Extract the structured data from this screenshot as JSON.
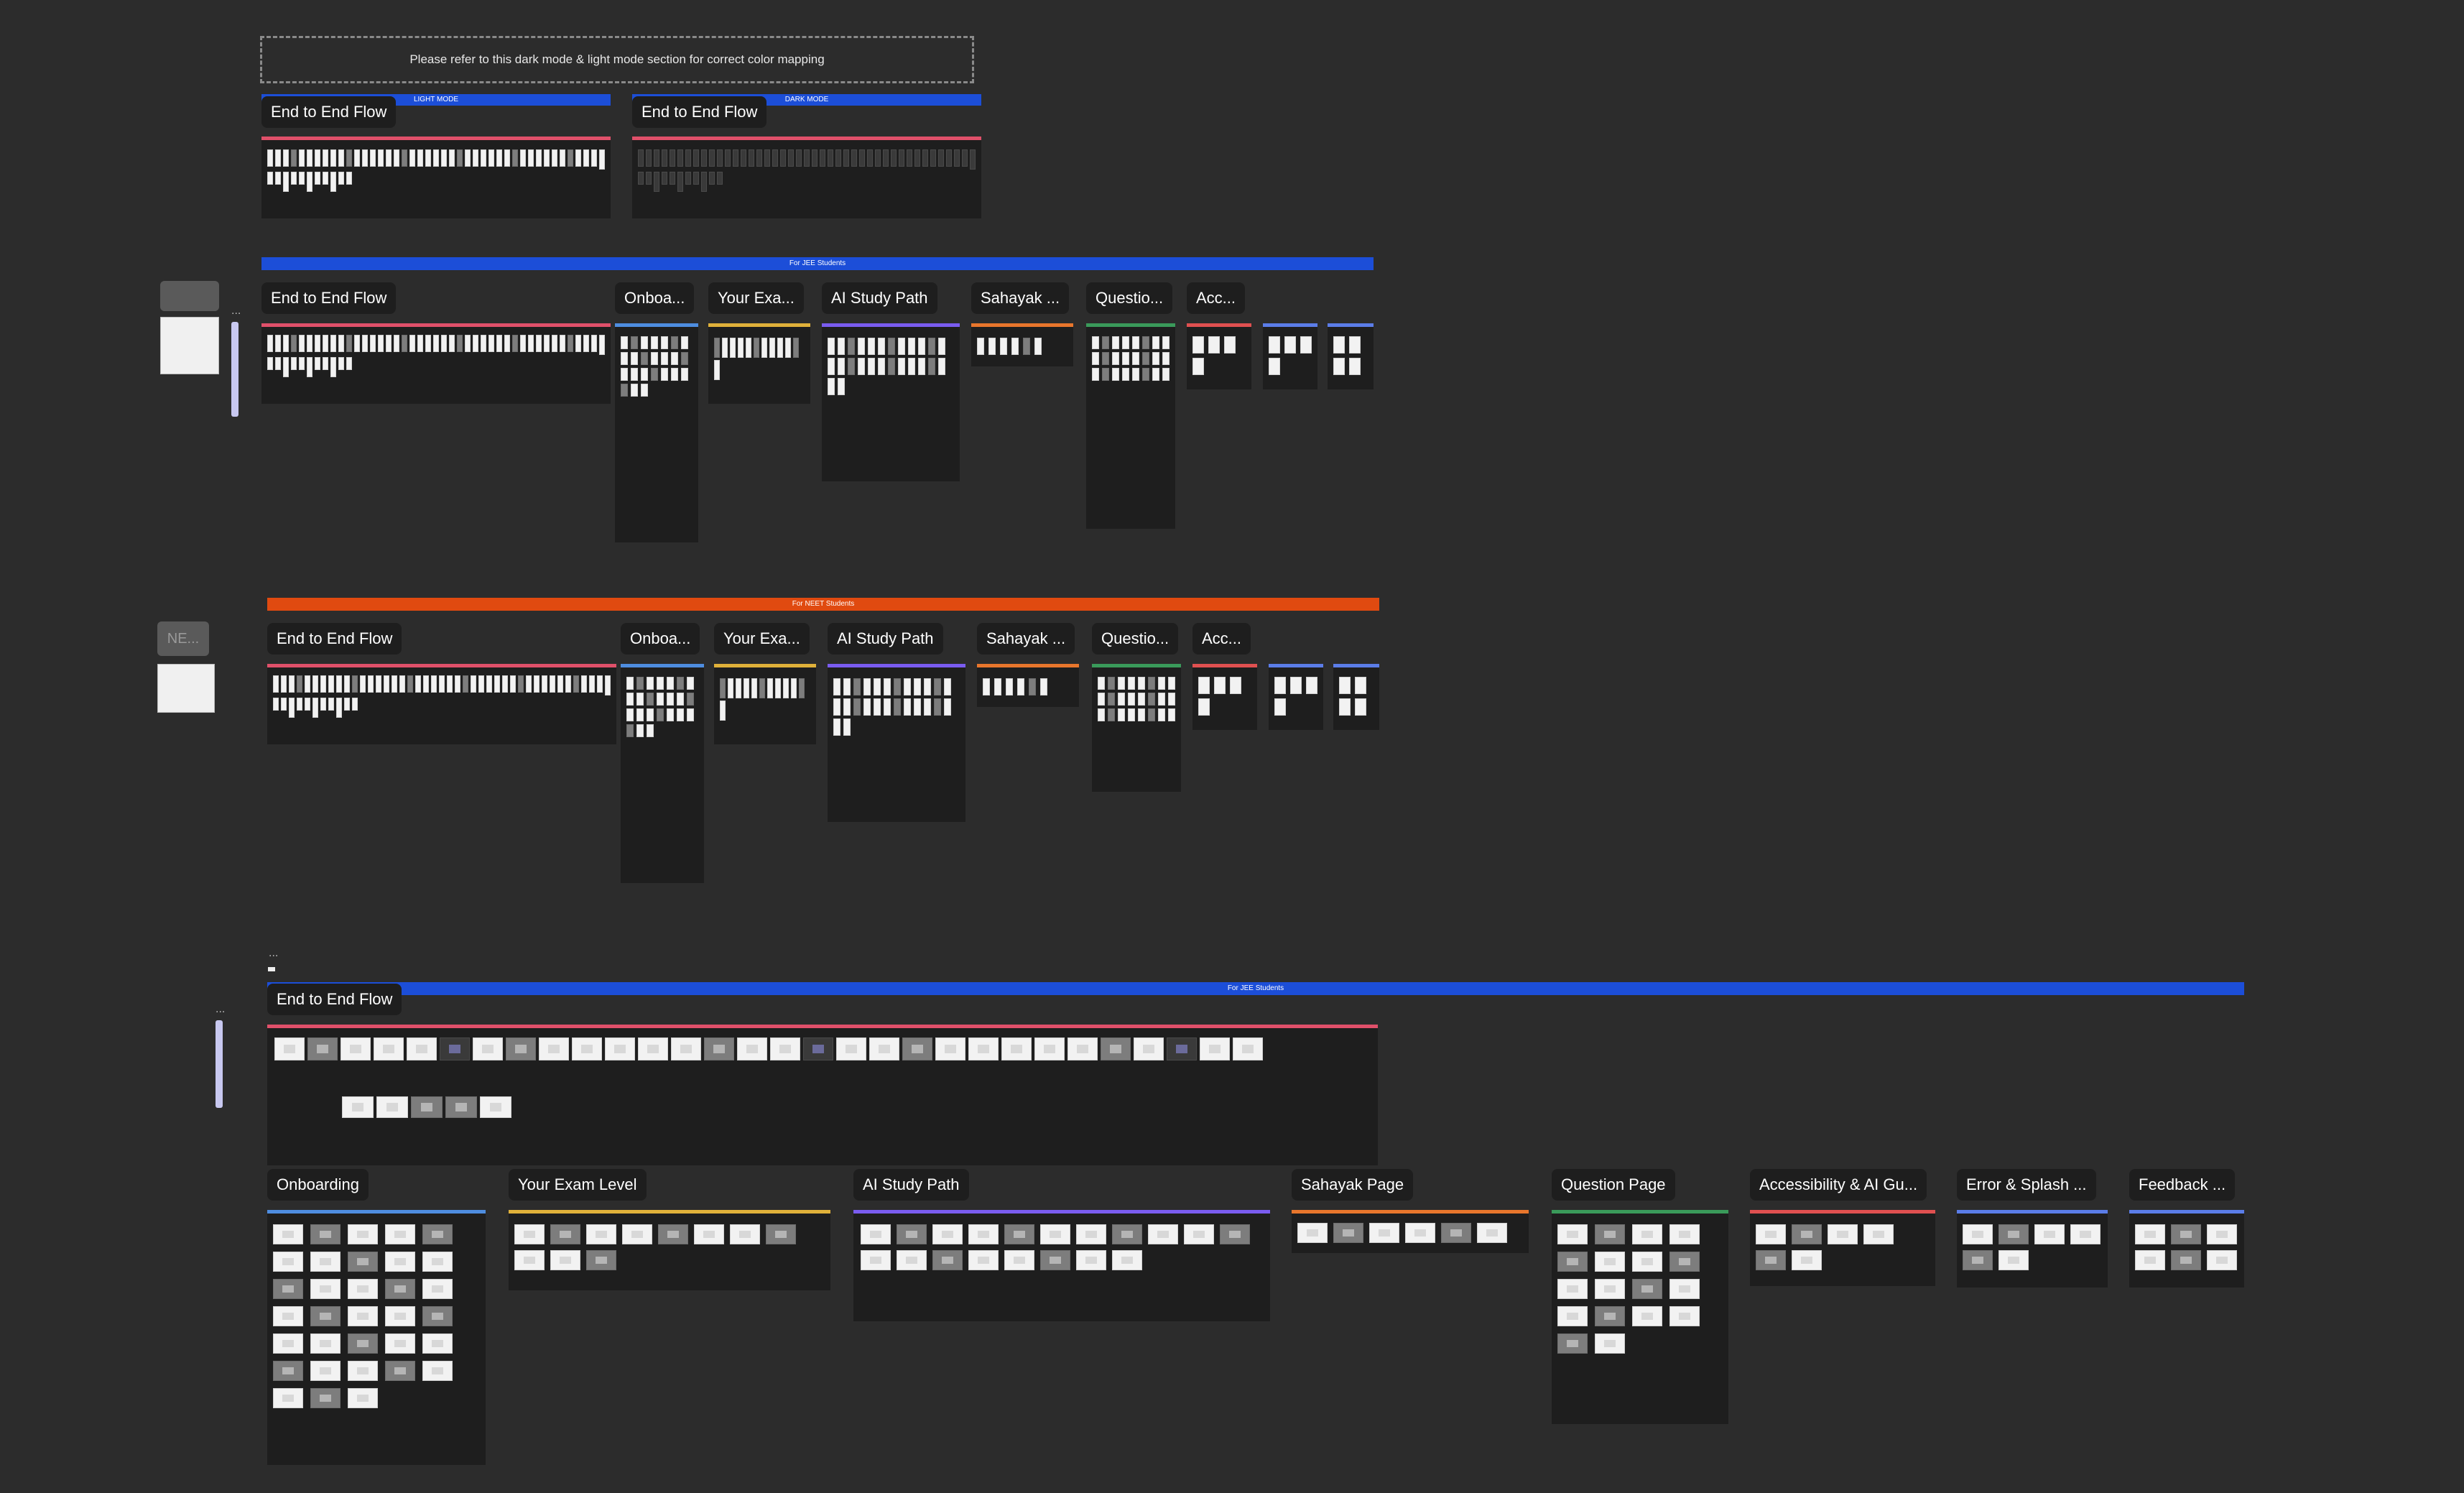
{
  "note": "Please refer to this dark mode & light mode section for correct color mapping",
  "modes": {
    "light": "LIGHT MODE",
    "dark": "DARK MODE"
  },
  "banners": {
    "jee": "For JEE Students",
    "neet": "For NEET Students"
  },
  "labels": {
    "end_to_end": "End to End Flow",
    "onboarding_short": "Onboa...",
    "exam_level_short": "Your Exa...",
    "ai_study_path": "AI Study Path",
    "sahayak_short": "Sahayak ...",
    "question_short": "Questio...",
    "acc_short": "Acc...",
    "onboarding": "Onboarding",
    "exam_level": "Your Exam Level",
    "sahayak_page": "Sahayak Page",
    "question_page": "Question Page",
    "accessibility": "Accessibility & AI Gu...",
    "error_splash": "Error & Splash ...",
    "feedback": "Feedback ..."
  },
  "side": {
    "neet_chip": "NE..."
  },
  "ellipsis": "...",
  "colors": {
    "canvas": "#2c2c2c",
    "section": "#1e1e1e",
    "jee_blue": "#1c4ed8",
    "neet_orange": "#e04a10",
    "pink": "#e0506a",
    "light_blue": "#4e8de0",
    "yellow": "#e0b13a",
    "purple": "#7a5cf0",
    "orange": "#e8762c",
    "green": "#3a9a5a",
    "red": "#e05050",
    "periwinkle": "#5b7de8"
  }
}
